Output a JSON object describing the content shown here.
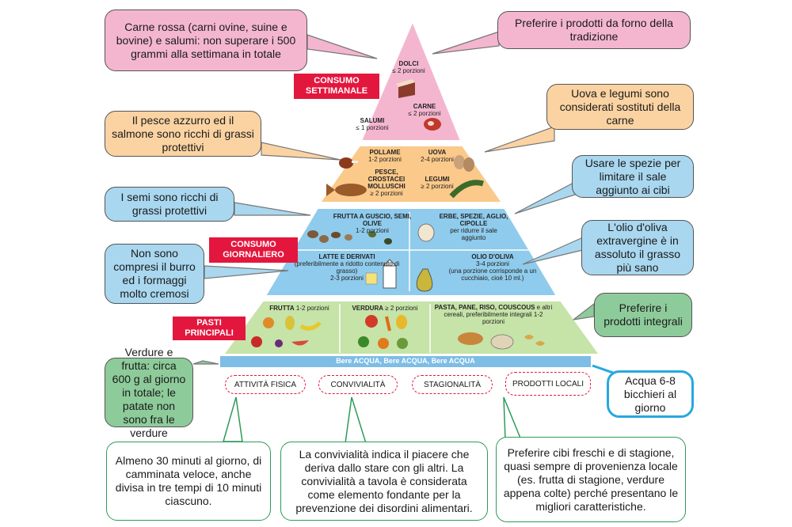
{
  "callouts": {
    "red_meat": "Carne rossa (carni ovine, suine e bovine) e salumi: non superare i 500 grammi alla settimana in totale",
    "bakery": "Preferire i prodotti da forno della tradizione",
    "fish": "Il pesce azzurro ed il salmone sono ricchi di grassi protettivi",
    "eggs_legumes": "Uova e legumi sono considerati sostituti della carne",
    "spices": "Usare le spezie per limitare il sale aggiunto ai cibi",
    "seeds": "I semi sono ricchi di grassi protettivi",
    "olive_oil": "L'olio d'oliva extravergine è in assoluto il grasso più sano",
    "butter": "Non sono compresi il burro ed i formaggi molto cremosi",
    "whole_grain": "Preferire i prodotti integrali",
    "veg_fruit": "Verdure e frutta: circa 600 g al giorno in totale; le patate non sono fra le verdure",
    "water": "Acqua 6-8 bicchieri al giorno",
    "activity_box": "Almeno 30 minuti al giorno, di camminata veloce, anche divisa in tre tempi di 10 minuti ciascuno.",
    "conviviality_box": "La convivialità indica il piacere che deriva dallo stare con gli altri. La convivialità a tavola è considerata come elemento fondante per la prevenzione dei disordini alimentari.",
    "local_box": "Preferire cibi freschi e di stagione, quasi sempre di provenienza locale (es. frutta di stagione, verdure appena colte) perché presentano le migliori caratteristiche."
  },
  "tags": {
    "weekly": "CONSUMO SETTIMANALE",
    "daily": "CONSUMO GIORNALIERO",
    "meals": "PASTI PRINCIPALI"
  },
  "pyramid": {
    "top": {
      "sweets_name": "DOLCI",
      "sweets_portion": "≤ 2 porzioni",
      "meat_name": "CARNE",
      "meat_portion": "≤ 2 porzioni",
      "cured_name": "SALUMI",
      "cured_portion": "≤ 1 porzioni"
    },
    "protein": {
      "poultry_name": "POLLAME",
      "poultry_portion": "1-2 porzioni",
      "eggs_name": "UOVA",
      "eggs_portion": "2-4 porzioni",
      "fish_name": "PESCE, CROSTACEI MOLLUSCHI",
      "fish_portion": "≥ 2 porzioni",
      "legumes_name": "LEGUMI",
      "legumes_portion": "≥ 2 porzioni"
    },
    "daily": {
      "nuts_name": "FRUTTA A GUSCIO, SEMI, OLIVE",
      "nuts_portion": "1-2 porzioni",
      "herbs_name": "ERBE, SPEZIE, AGLIO, CIPOLLE",
      "herbs_note": "per ridurre il sale aggiunto",
      "dairy_name": "LATTE E DERIVATI",
      "dairy_note": "(preferibilmente a ridotto contenuto di grasso)",
      "dairy_portion": "2-3 porzioni",
      "oil_name": "OLIO D'OLIVA",
      "oil_portion": "3-4 porzioni",
      "oil_note": "(una porzione corrisponde a un cucchiaio, cioè 10 ml.)"
    },
    "meals": {
      "fruit_name": "FRUTTA",
      "fruit_portion": "1-2 porzioni",
      "veg_name": "VERDURA",
      "veg_portion": "≥ 2 porzioni",
      "grain_name": "PASTA, PANE, RISO, COUSCOUS",
      "grain_note": "e altri cereali, preferibilmente integrali",
      "grain_portion": "1-2 porzioni"
    },
    "water_band": "Bere ACQUA,  Bere ACQUA,  Bere ACQUA"
  },
  "pills": {
    "activity": "ATTIVITÀ FISICA",
    "conviviality": "CONVIVIALITÀ",
    "seasonality": "STAGIONALITÀ",
    "local": "PRODOTTI LOCALI"
  },
  "colors": {
    "pink": "#f4b6cf",
    "orange": "#fbc98a",
    "blue": "#8fcbec",
    "green": "#c6e3a8",
    "water_band": "#7dbde6",
    "red": "#e3173e",
    "green_border": "#2e9b58"
  },
  "icons": [
    "cake-icon",
    "steak-icon",
    "salami-icon",
    "chicken-leg-icon",
    "eggs-icon",
    "fish-icon",
    "legumes-icon",
    "nuts-icon",
    "garlic-icon",
    "milk-carton-icon",
    "olive-oil-icon",
    "fruit-icon",
    "vegetables-icon",
    "bread-icon"
  ]
}
